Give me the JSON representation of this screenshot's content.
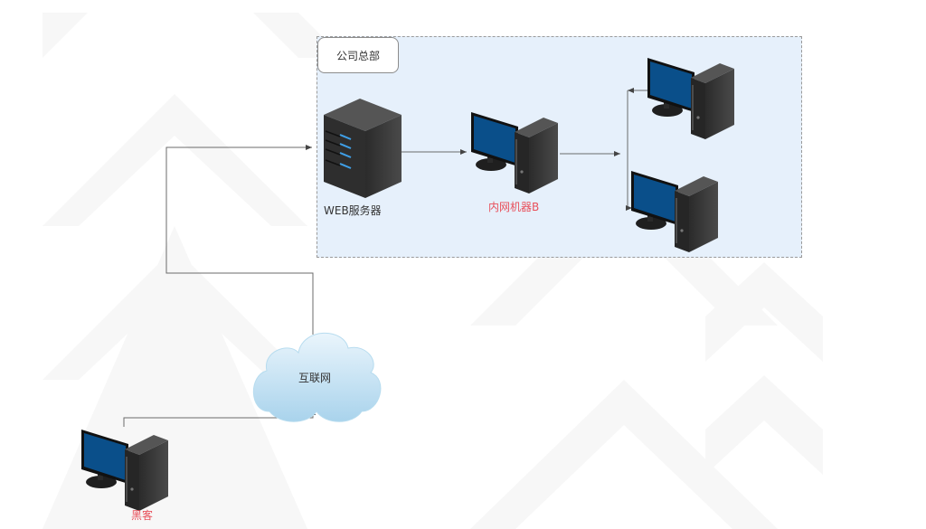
{
  "diagram": {
    "group": {
      "title": "公司总部"
    },
    "nodes": {
      "web_server": {
        "label": "WEB服务器",
        "icon": "server-icon"
      },
      "internal_b": {
        "label": "内网机器B",
        "icon": "desktop-pc-icon"
      },
      "internal_pc_1": {
        "label": "",
        "icon": "desktop-pc-icon"
      },
      "internal_pc_2": {
        "label": "",
        "icon": "desktop-pc-icon"
      },
      "internet": {
        "label": "互联网",
        "icon": "cloud-icon"
      },
      "hacker": {
        "label": "黑客",
        "icon": "desktop-pc-icon"
      }
    },
    "edges": [
      {
        "from": "hacker",
        "to": "internet"
      },
      {
        "from": "internet",
        "to": "web_server"
      },
      {
        "from": "web_server",
        "to": "internal_b"
      },
      {
        "from": "internal_b",
        "to": "internal_pc_1"
      },
      {
        "from": "internal_b",
        "to": "internal_pc_2"
      }
    ],
    "colors": {
      "group_fill": "#e6f0fb",
      "highlight_label": "#e8505b",
      "normal_label": "#333333",
      "screen_blue": "#0a4f8a",
      "cloud_blue": "#bfe0f2"
    }
  }
}
